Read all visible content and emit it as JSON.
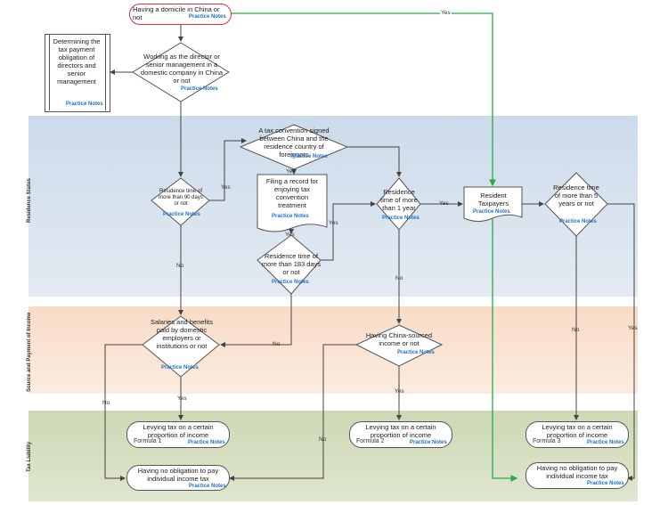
{
  "bands": {
    "residence": "Residence Status",
    "source": "Source and Payment of Income",
    "liability": "Tax Liability"
  },
  "practice_notes": "Practice Notes",
  "nodes": {
    "domicile": "Having a domicile in China or not",
    "determining": "Determining the tax payment obligation of directors and senior management",
    "working": "Working as the director or senior management in a domestic company in China or not",
    "convention": "A tax convention signed between China and the residence country of foreigners",
    "res90": "Residence time of more than 90 days or not",
    "filing": "Filing a record for enjoying tax convention treatment",
    "res183": "Residence time of more than 183 days or not",
    "res1y": "Residence time of more than 1 year",
    "resident": "Resident Taxpayers",
    "res5y": "Residence time of more than 5 years or not",
    "salaries": "Salaries and benefits paid by domestic employers or institutions or not",
    "china_sourced": "Having China-sourced income or not",
    "levy1": "Levying tax on a certain proportion of income",
    "formula1": "Formula 1",
    "levy2": "Levying tax on a certain proportion of income",
    "formula2": "Formula 2",
    "levy3": "Levying tax on a certain proportion of income",
    "formula3": "Formula 3",
    "noobl1": "Having no obligation to pay individual income tax",
    "noobl2": "Having no obligation to pay individual income tax"
  },
  "edge_labels": {
    "yes": "Yes",
    "no": "No"
  },
  "colors": {
    "residence_band": "#d9e4f0",
    "source_band": "#fbe3d2",
    "liability_band": "#d6dfc0",
    "green_path": "#2aa84a",
    "red_outline": "#e0312e",
    "practice_notes": "#1f6fc5"
  }
}
